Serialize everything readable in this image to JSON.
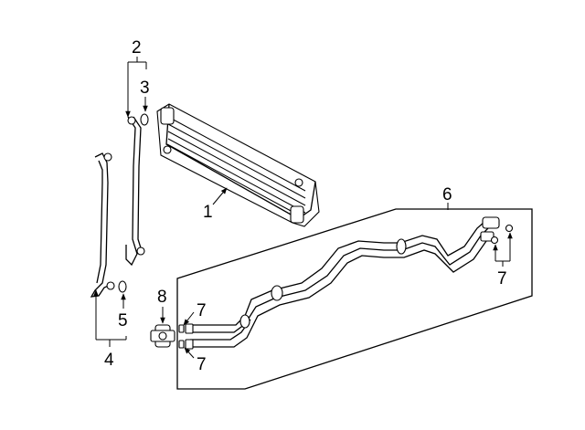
{
  "callouts": {
    "c1": "1",
    "c2": "2",
    "c3": "3",
    "c4": "4",
    "c5": "5",
    "c6": "6",
    "c7a": "7",
    "c7b": "7",
    "c7c": "7",
    "c8": "8"
  },
  "colors": {
    "line": "#000000",
    "background": "#ffffff"
  }
}
